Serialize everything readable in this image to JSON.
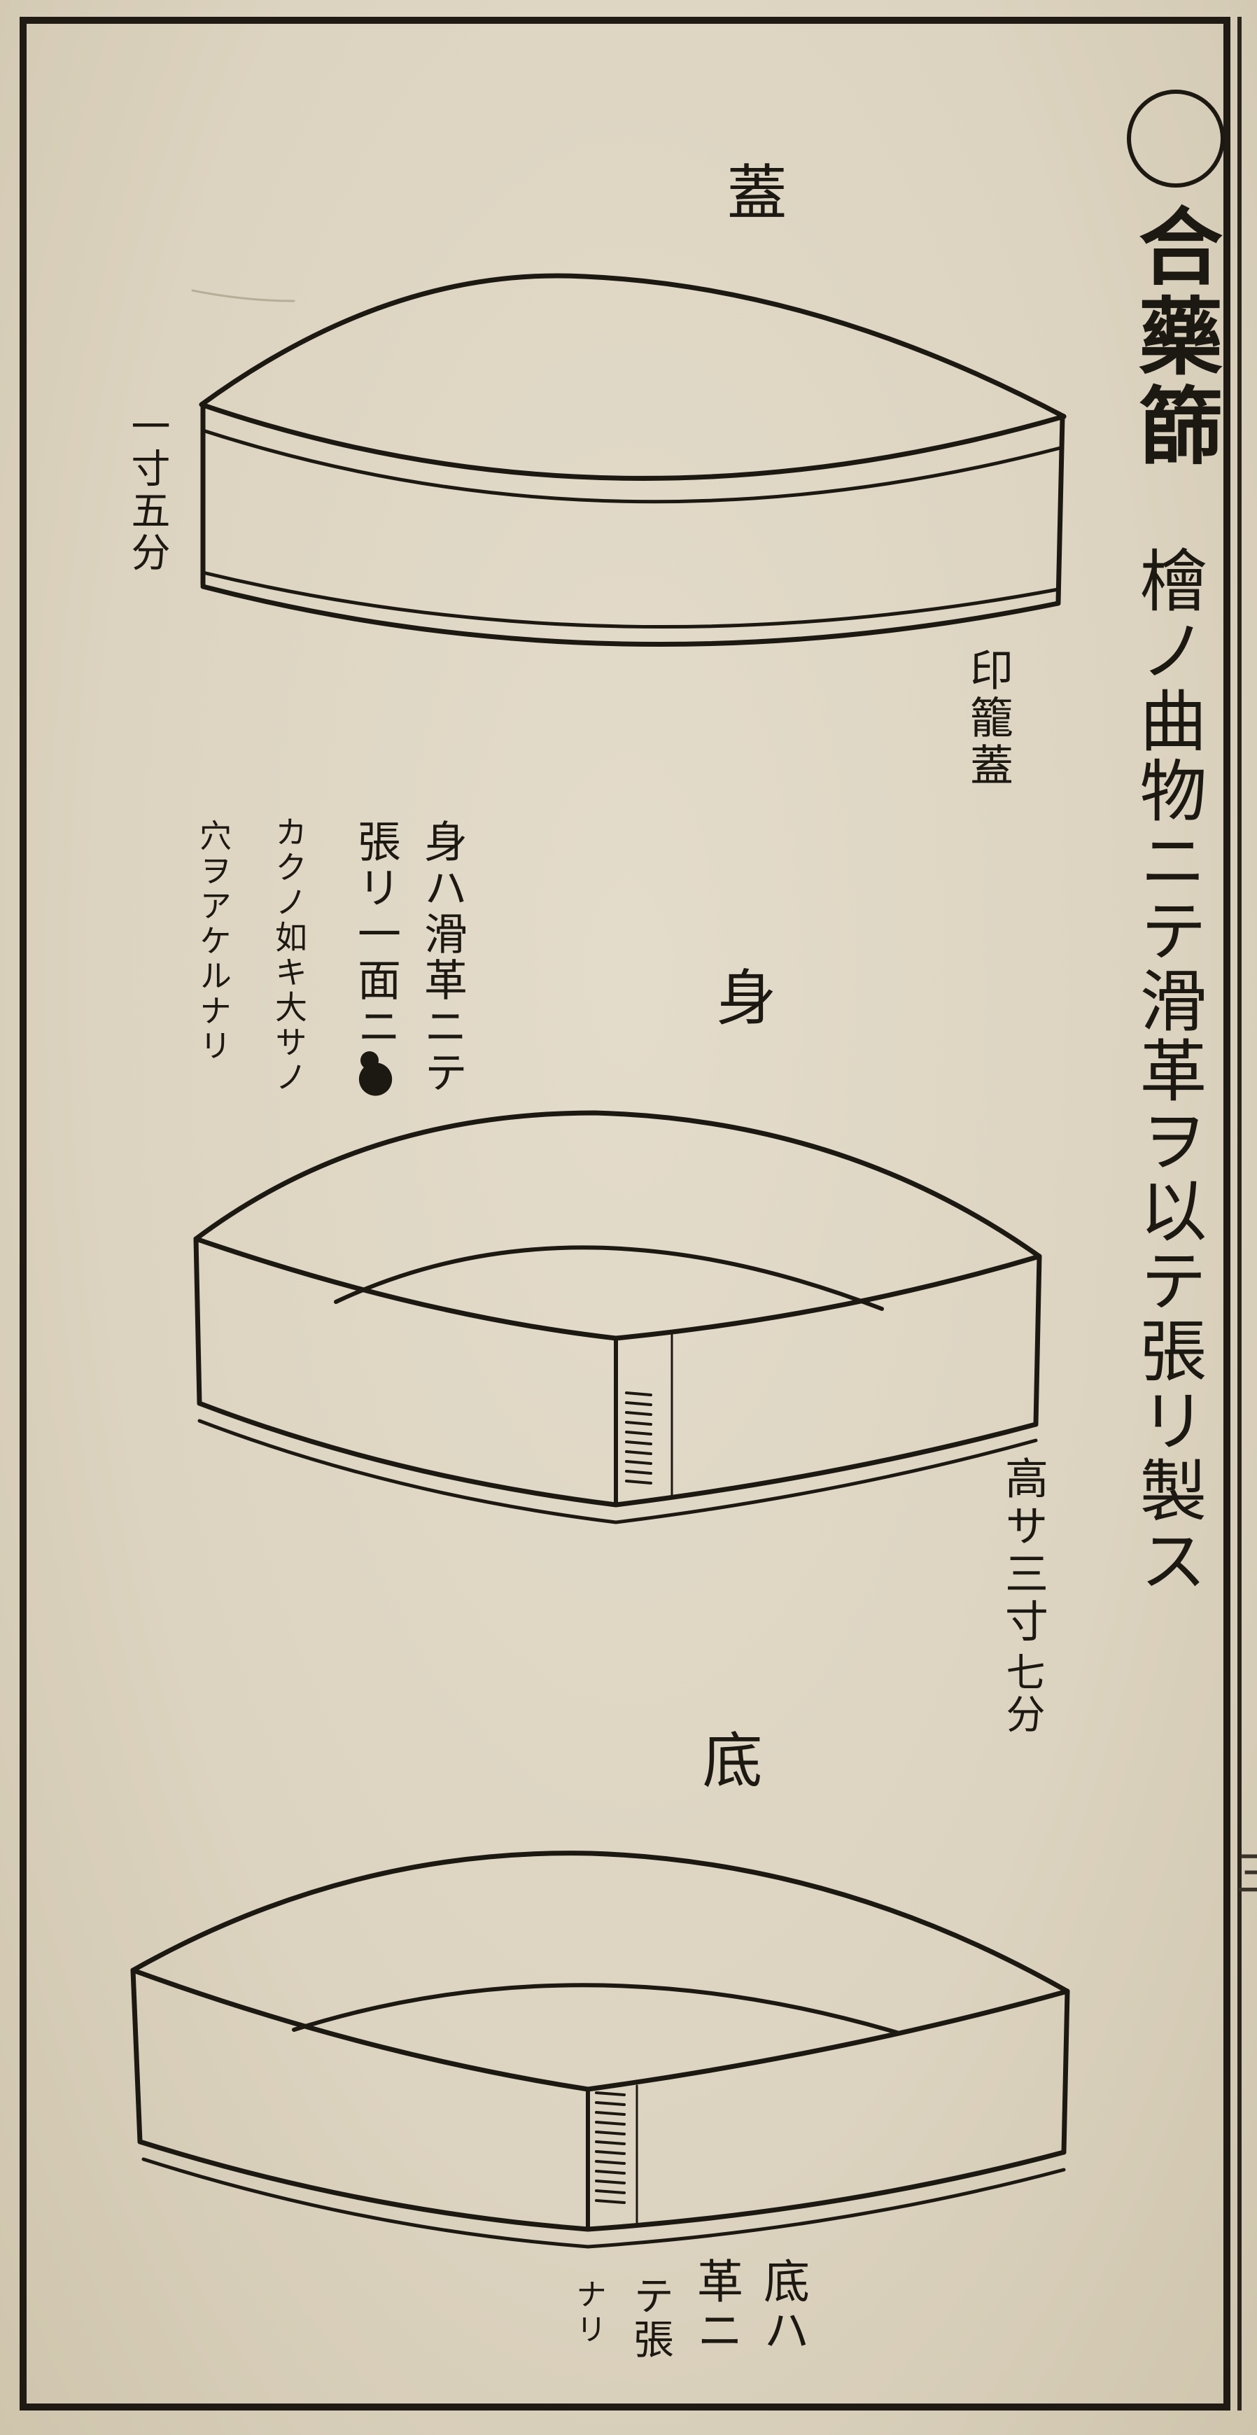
{
  "title_block": {
    "title": "合藥篩",
    "description": "檜ノ曲物ニテ滑革ヲ以テ張リ製ス"
  },
  "parts": {
    "lid": {
      "label": "蓋",
      "size": "一寸五分",
      "note": "印籠蓋"
    },
    "body": {
      "label": "身",
      "note": [
        "身ハ滑革ニテ",
        "張リ一面ニ●"
      ],
      "note_small": [
        "カクノ如キ大サノ",
        "穴ヲアケルナリ"
      ],
      "height": [
        "高サ三寸",
        "七分"
      ]
    },
    "bottom": {
      "label": "底",
      "note": [
        "底ハ",
        "革ニ",
        "テ張",
        "ナリ"
      ]
    }
  },
  "side_mark": "三"
}
